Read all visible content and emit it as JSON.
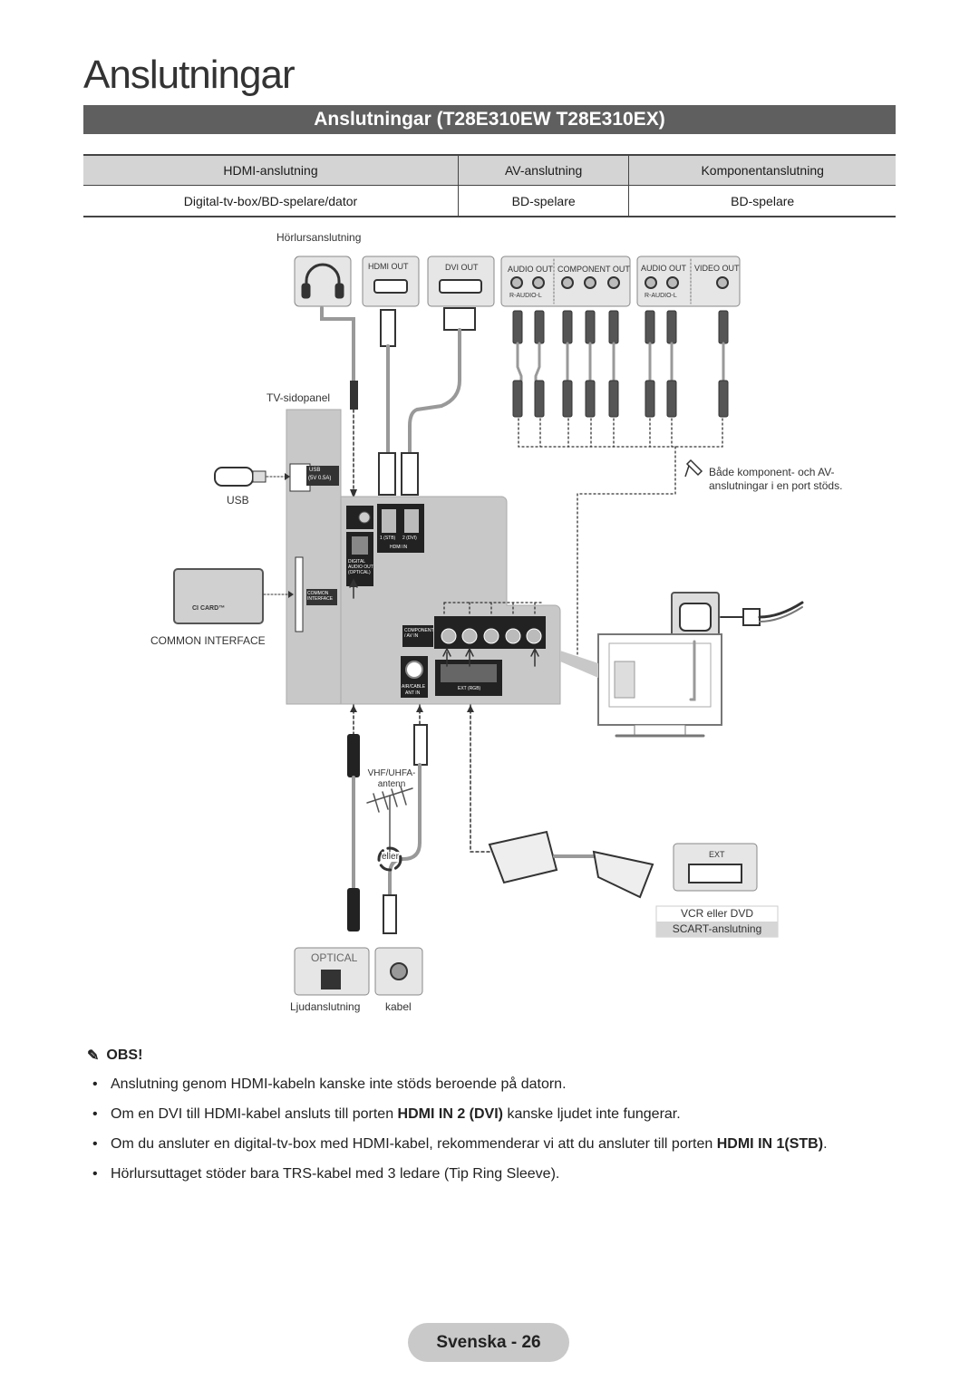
{
  "page": {
    "heading": "Anslutningar",
    "section_title": "Anslutningar (T28E310EW T28E310EX)"
  },
  "table": {
    "headers": [
      "HDMI-anslutning",
      "AV-anslutning",
      "Komponentanslutning"
    ],
    "row": [
      "Digital-tv-box/BD-spelare/dator",
      "BD-spelare",
      "BD-spelare"
    ]
  },
  "diagram": {
    "headphone_label": "Hörlursanslutning",
    "tv_side_panel": "TV-sidopanel",
    "usb_label": "USB",
    "ci_label": "COMMON INTERFACE",
    "ci_card": "CI CARD™",
    "usb_port": "USB",
    "usb_port_rating": "(5V 0.5A)",
    "common_interface_port": "COMMON INTERFACE",
    "hdmi_out": "HDMI OUT",
    "dvi_out": "DVI OUT",
    "audio_out": "AUDIO OUT",
    "component_out": "COMPONENT OUT",
    "video_out": "VIDEO OUT",
    "r_audio_l": "R-AUDIO-L",
    "hdmi_in": "HDMI IN",
    "hdmi_in_1": "1 (STB)",
    "hdmi_in_2": "2 (DVI)",
    "digital_audio_out": "DIGITAL AUDIO OUT (OPTICAL)",
    "component_av_in": "COMPONENT / AV IN",
    "air_cable": "AIR/CABLE",
    "ant_in": "ANT IN",
    "ext_rgb": "EXT (RGB)",
    "note_both": "Både komponent- och AV-anslutningar i en port stöds.",
    "vhf_antenna": "VHF/UHFA-antenn",
    "or_label": "eller",
    "ext_label": "EXT",
    "vcr_line1": "VCR eller DVD",
    "vcr_line2": "SCART-anslutning",
    "optical_label": "OPTICAL",
    "audio_conn_label": "Ljudanslutning",
    "cable_label": "kabel"
  },
  "notes": {
    "title": "OBS!",
    "items": [
      "Anslutning genom HDMI-kabeln kanske inte stöds beroende på datorn.",
      "Om en DVI till HDMI-kabel ansluts till porten HDMI IN 2 (DVI) kanske ljudet inte fungerar.",
      "Om du ansluter en digital-tv-box med HDMI-kabel, rekommenderar vi att du ansluter till porten HDMI IN 1(STB).",
      "Hörlursuttaget stöder bara TRS-kabel med 3 ledare (Tip Ring Sleeve)."
    ],
    "bold_spans": [
      "HDMI IN 2 (DVI)",
      "HDMI IN 1(STB)"
    ]
  },
  "footer": {
    "language": "Svenska",
    "separator": "-",
    "page_number": "26"
  },
  "colors": {
    "section_bar": "#5f5f5f",
    "table_header": "#d4d4d4",
    "panel_gray": "#c8c8c8",
    "footer_badge": "#c9c9c9"
  }
}
